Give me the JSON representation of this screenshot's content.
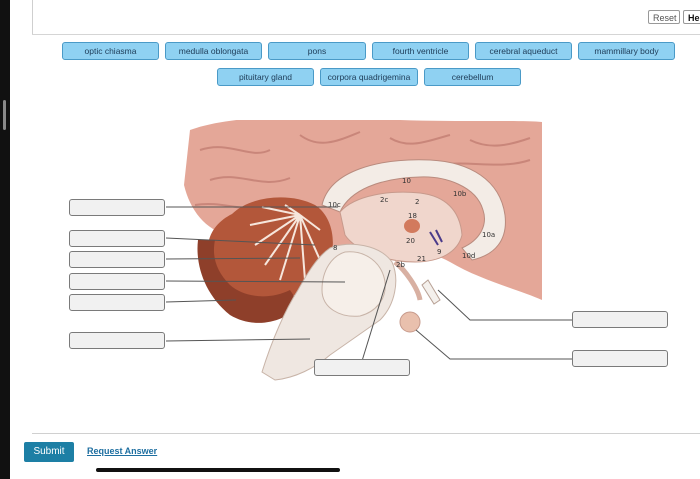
{
  "toolbar": {
    "reset_label": "Reset",
    "help_label": "He"
  },
  "labels": [
    {
      "text": "optic chiasma"
    },
    {
      "text": "medulla oblongata"
    },
    {
      "text": "pons"
    },
    {
      "text": "fourth ventricle"
    },
    {
      "text": "cerebral aqueduct"
    },
    {
      "text": "mammillary body"
    },
    {
      "text": "pituitary gland"
    },
    {
      "text": "corpora quadrigemina"
    },
    {
      "text": "cerebellum"
    }
  ],
  "figure_marks": [
    "10",
    "10b",
    "10c",
    "2c",
    "2",
    "18",
    "20",
    "21",
    "9",
    "10a",
    "10d",
    "2b",
    "8"
  ],
  "actions": {
    "submit_label": "Submit",
    "request_answer_label": "Request Answer"
  },
  "colors": {
    "chip_fill": "#8fd1f2",
    "chip_border": "#4a9ac7",
    "submit_fill": "#1d7fa5",
    "link": "#1d6ea0"
  }
}
